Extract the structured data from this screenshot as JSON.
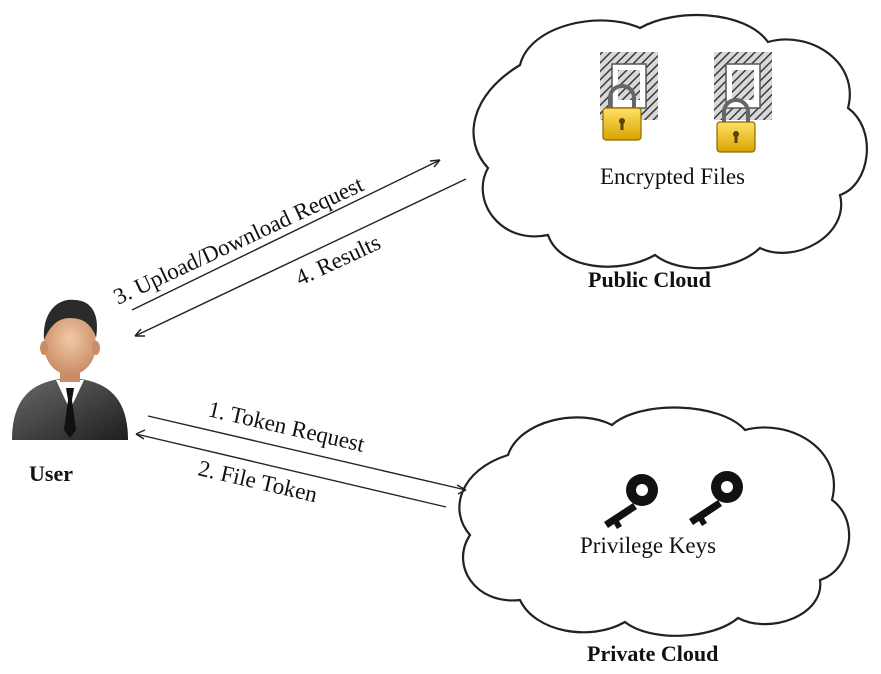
{
  "user": {
    "label": "User"
  },
  "public_cloud": {
    "title": "Public Cloud",
    "content_label": "Encrypted Files"
  },
  "private_cloud": {
    "title": "Private Cloud",
    "content_label": "Privilege Keys"
  },
  "arrows": {
    "step1": "1. Token Request",
    "step2": "2. File Token",
    "step3": "3. Upload/Download Request",
    "step4": "4. Results"
  },
  "icons": [
    "user-avatar-icon",
    "encrypted-file-icon",
    "padlock-icon",
    "key-icon"
  ],
  "colors": {
    "lock_body": "#f2c21a",
    "line": "#222222",
    "suit": "#3a3a3a"
  }
}
